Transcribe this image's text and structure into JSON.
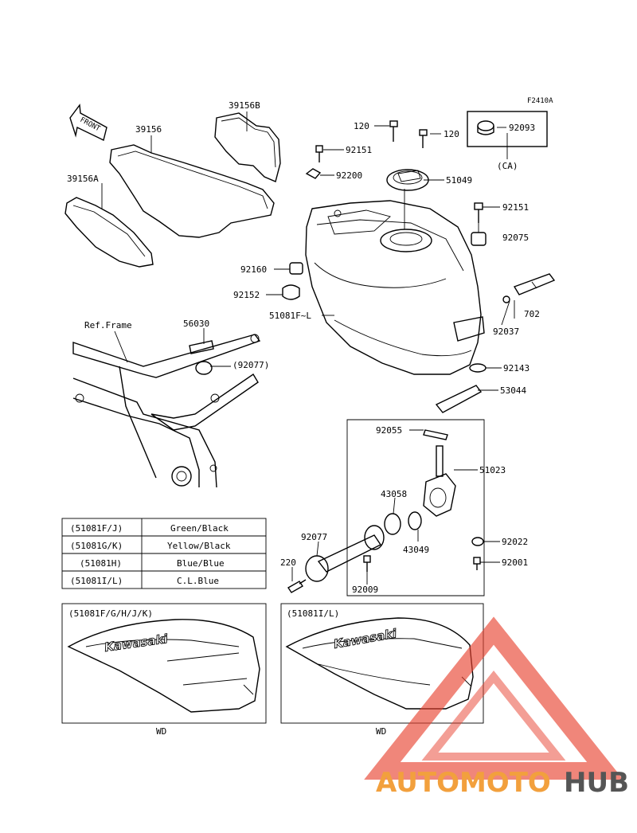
{
  "diagram_code": "F2410A",
  "front_label": "FRONT",
  "ref_frame": "Ref.Frame",
  "parts": {
    "p39156B": "39156B",
    "p39156": "39156",
    "p39156A": "39156A",
    "p120a": "120",
    "p120b": "120",
    "p92093": "92093",
    "ca": "(CA)",
    "p92151a": "92151",
    "p92200": "92200",
    "p51049": "51049",
    "p92151b": "92151",
    "p92075": "92075",
    "p92160": "92160",
    "p92152": "92152",
    "p51081": "51081F~L",
    "p702": "702",
    "p92037": "92037",
    "p56030": "56030",
    "p92077a": "(92077)",
    "p92143": "92143",
    "p53044": "53044",
    "p92055": "92055",
    "p51023": "51023",
    "p43058": "43058",
    "p43049": "43049",
    "p92022": "92022",
    "p92077b": "92077",
    "p220": "220",
    "p92001": "92001",
    "p92009": "92009"
  },
  "color_table": {
    "rows": [
      {
        "code": "(51081F/J)",
        "color": "Green/Black"
      },
      {
        "code": "(51081G/K)",
        "color": "Yellow/Black"
      },
      {
        "code": "(51081H)",
        "color": "Blue/Blue"
      },
      {
        "code": "(51081I/L)",
        "color": "C.L.Blue"
      }
    ]
  },
  "variants": {
    "left_title": "(51081F/G/H/J/K)",
    "right_title": "(51081I/L)",
    "left_caption": "WD",
    "right_caption": "WD",
    "brand": "Kawasaki"
  },
  "watermark": {
    "part1": "AUTOMOTO",
    "part2": "HUB",
    "color_red": "#e8412f",
    "color_orange": "#f2a03d",
    "color_gray": "#555555"
  }
}
